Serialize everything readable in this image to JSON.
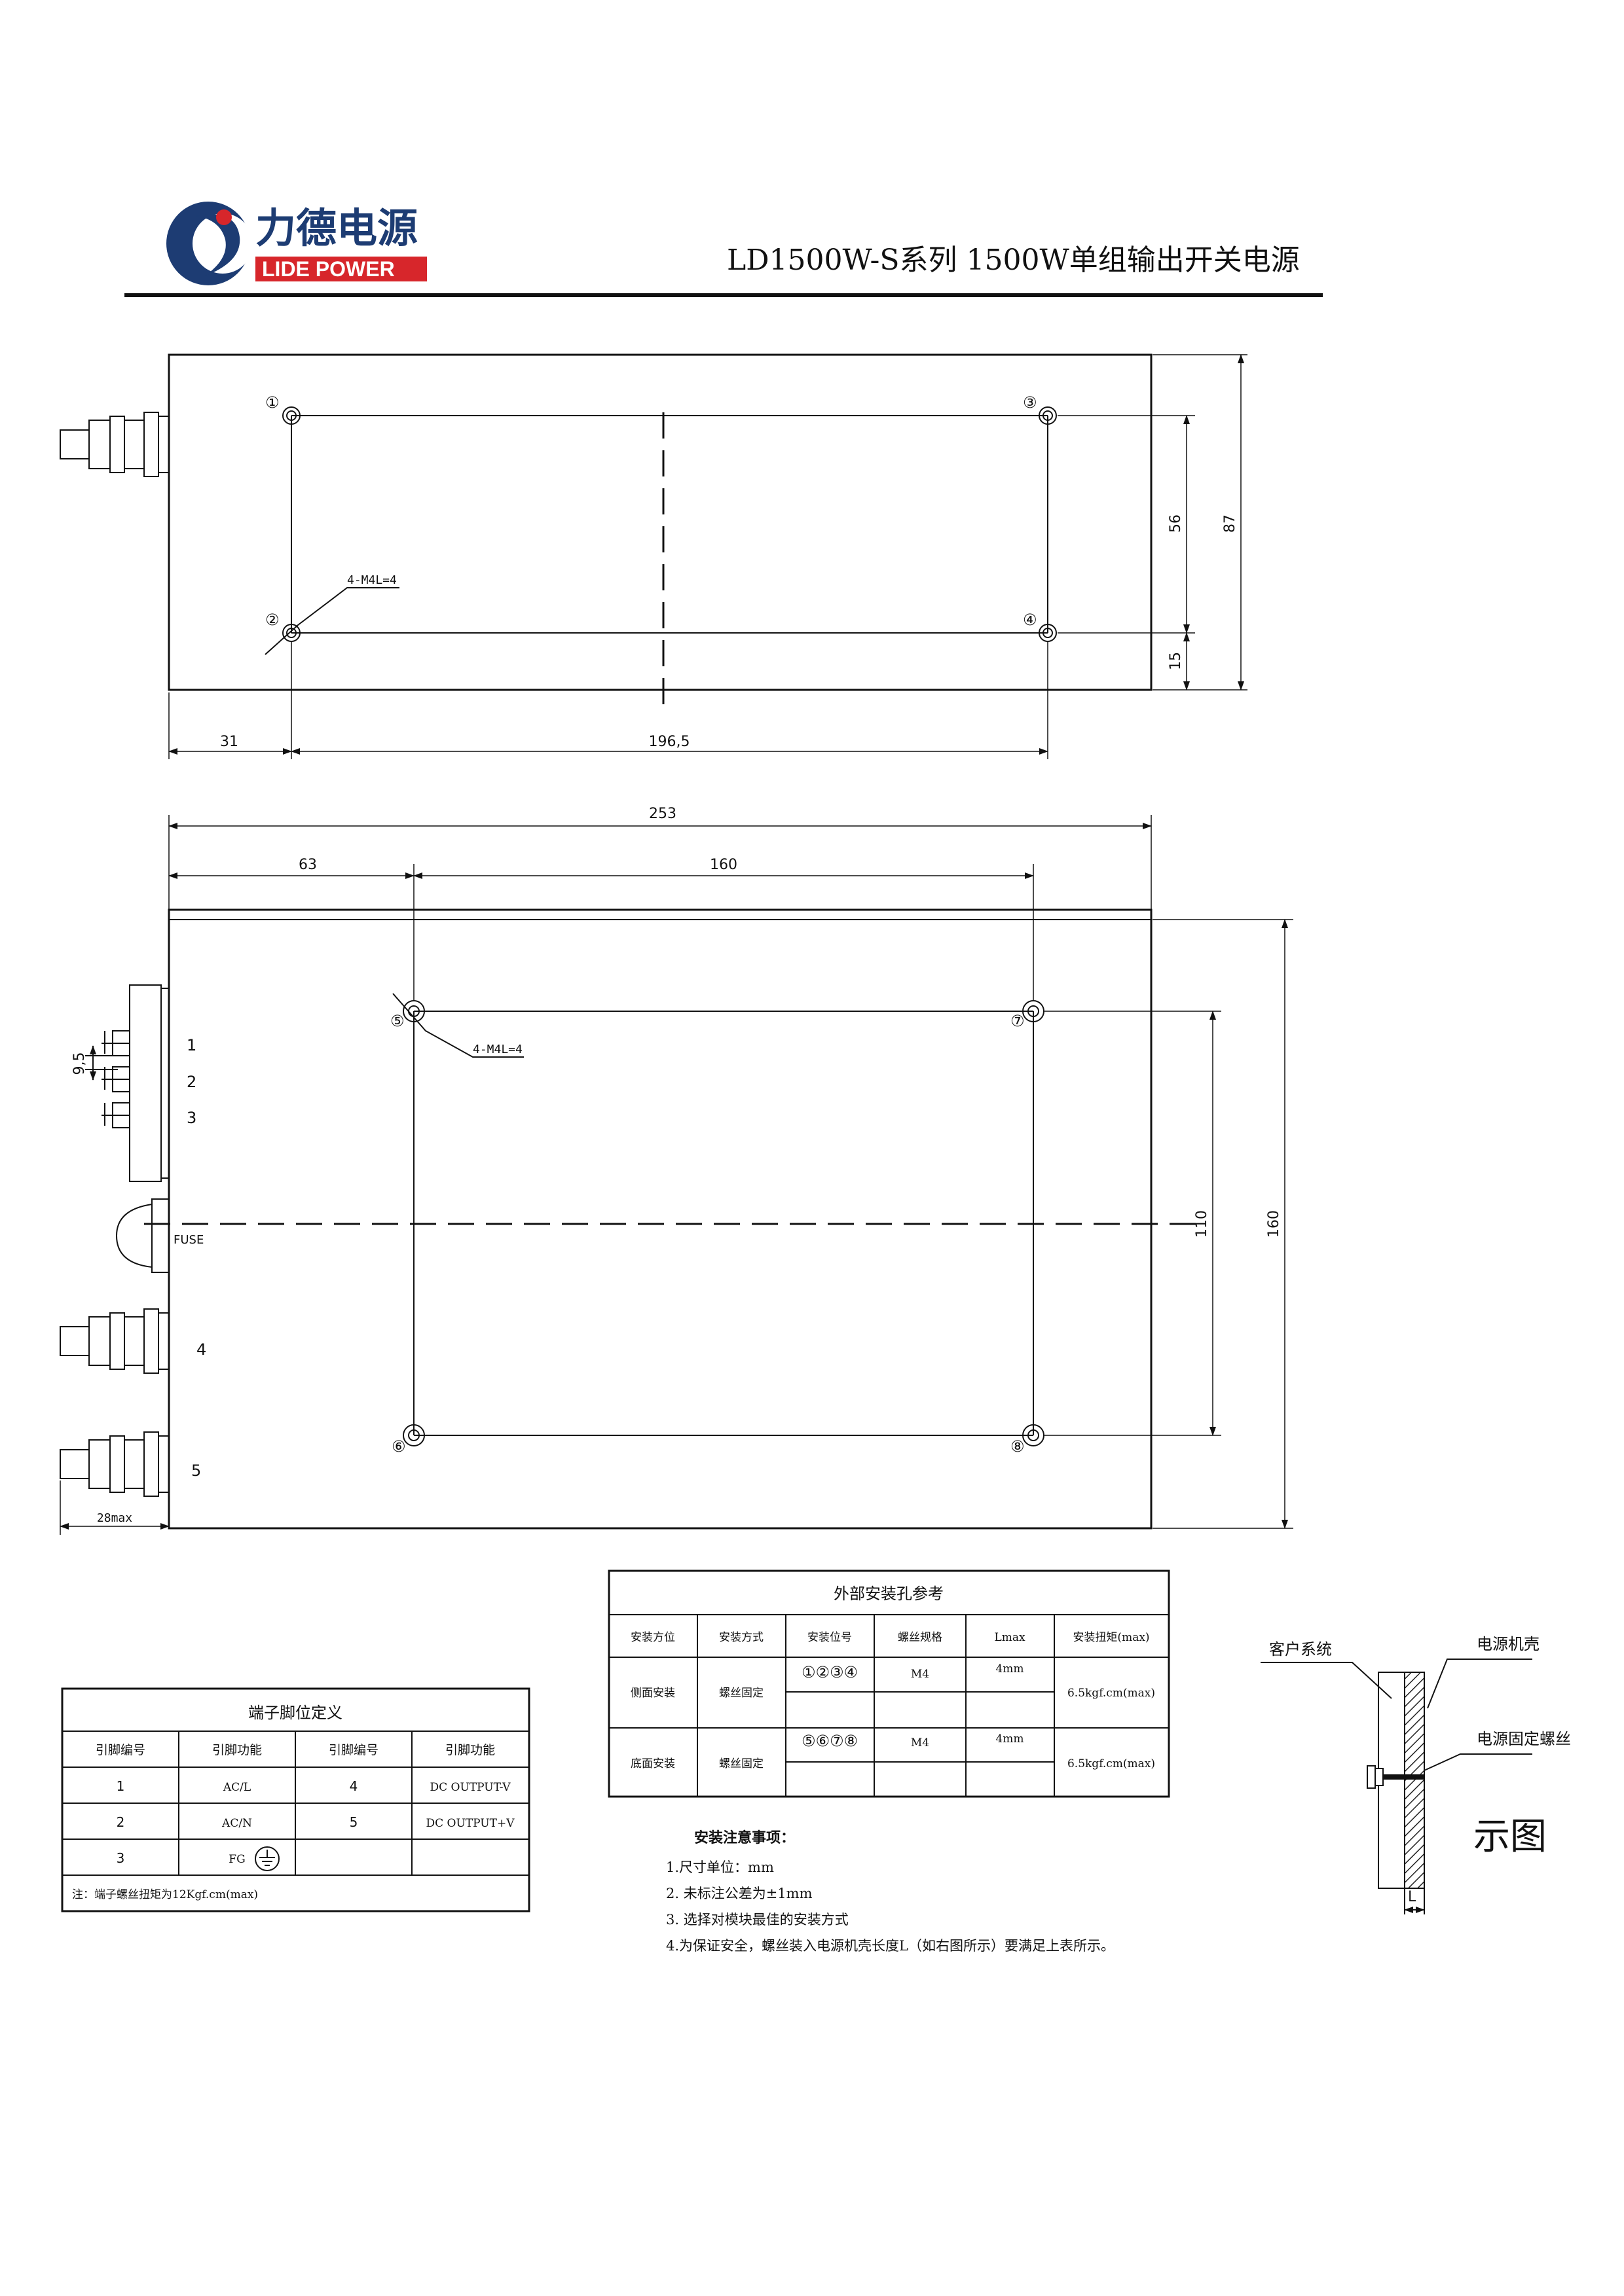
{
  "header": {
    "logo_cn": "力德电源",
    "logo_en": "LIDE POWER",
    "title": "LD1500W-S系列 1500W单组输出开关电源",
    "brand_color": "#1d3c73",
    "accent_color": "#d7262b"
  },
  "side_view": {
    "hole_labels": [
      "①",
      "②",
      "③",
      "④"
    ],
    "screw_note": "4-M4L=4",
    "dimensions": {
      "d56": "56",
      "d87": "87",
      "d15": "15",
      "d31": "31",
      "d196": "196,5"
    }
  },
  "top_view": {
    "hole_labels": [
      "⑤",
      "⑥",
      "⑦",
      "⑧"
    ],
    "screw_note": "4-M4L=4",
    "dimensions": {
      "d253": "253",
      "d63": "63",
      "d160_top": "160",
      "d110": "110",
      "d160_right": "160",
      "d9_5": "9,5",
      "d28max": "28max"
    },
    "terminal_numbers": [
      "1",
      "2",
      "3",
      "4",
      "5"
    ],
    "fuse_label": "FUSE"
  },
  "pin_table": {
    "title": "端子脚位定义",
    "headers": [
      "引脚编号",
      "引脚功能",
      "引脚编号",
      "引脚功能"
    ],
    "rows": [
      [
        "1",
        "AC/L",
        "4",
        "DC OUTPUT-V"
      ],
      [
        "2",
        "AC/N",
        "5",
        "DC OUTPUT+V"
      ],
      [
        "3",
        "FG",
        "",
        ""
      ]
    ],
    "note": "注：端子螺丝扭矩为12Kgf.cm(max)"
  },
  "mount_table": {
    "title": "外部安装孔参考",
    "headers": [
      "安装方位",
      "安装方式",
      "安装位号",
      "螺丝规格",
      "Lmax",
      "安装扭矩(max)"
    ],
    "rows": [
      [
        "侧面安装",
        "螺丝固定",
        "①②③④",
        "M4",
        "4mm",
        "6.5kgf.cm(max)"
      ],
      [
        "底面安装",
        "螺丝固定",
        "⑤⑥⑦⑧",
        "M4",
        "4mm",
        "6.5kgf.cm(max)"
      ]
    ]
  },
  "notes": {
    "heading": "安装注意事项：",
    "items": [
      "1.尺寸单位：mm",
      "2. 未标注公差为±1mm",
      "3. 选择对模块最佳的安装方式",
      "4.为保证安全，螺丝装入电源机壳长度L（如右图所示）要满足上表所示。"
    ]
  },
  "detail": {
    "label_customer": "客户系统",
    "label_case": "电源机壳",
    "label_screw": "电源固定螺丝",
    "label_L": "L",
    "caption": "示图"
  }
}
